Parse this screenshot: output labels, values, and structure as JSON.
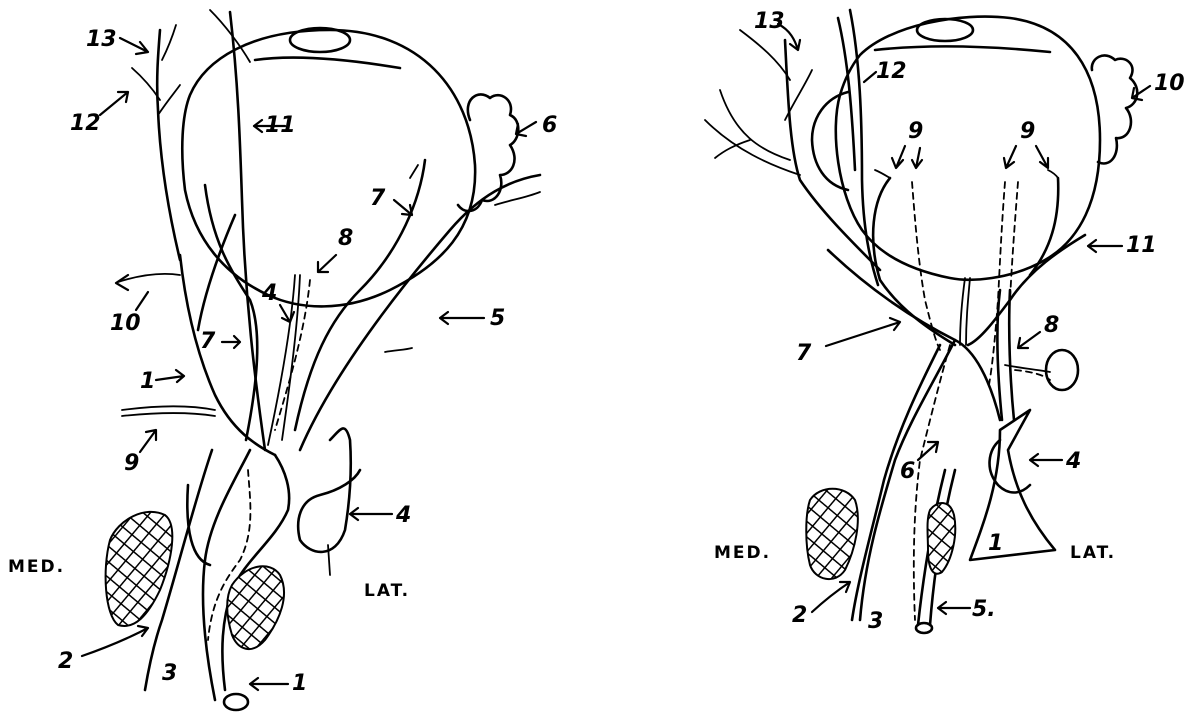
{
  "left_panel": {
    "labels": {
      "n13": "13",
      "n12": "12",
      "n11": "11",
      "n6": "6",
      "n7a": "7",
      "n8": "8",
      "n10": "10",
      "n4a": "4",
      "n5": "5",
      "n7b": "7",
      "n1a": "1",
      "n9": "9",
      "n4b": "4",
      "n2": "2",
      "n3": "3",
      "n1b": "1"
    },
    "side_medial": "MED.",
    "side_lateral": "LAT."
  },
  "right_panel": {
    "labels": {
      "n13": "13",
      "n12": "12",
      "n10": "10",
      "n9a": "9",
      "n9b": "9",
      "n11": "11",
      "n7": "7",
      "n8": "8",
      "n4": "4",
      "n6": "6",
      "n1": "1",
      "n2": "2",
      "n3": "3",
      "n5": "5."
    },
    "side_medial": "MED.",
    "side_lateral": "LAT."
  }
}
